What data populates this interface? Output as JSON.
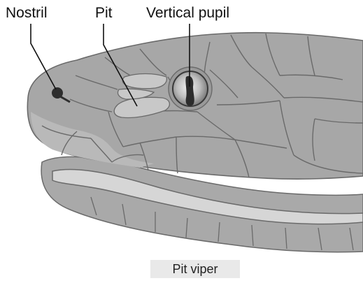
{
  "labels": {
    "nostril": "Nostril",
    "pit": "Pit",
    "pupil": "Vertical pupil"
  },
  "caption": "Pit viper",
  "colors": {
    "skin": "#a7a7a7",
    "skin_light": "#c6c6c6",
    "scale_line": "#6a6a6a",
    "jaw_light": "#d4d4d4",
    "eye_dark": "#3a3a3a",
    "leader": "#111111"
  }
}
